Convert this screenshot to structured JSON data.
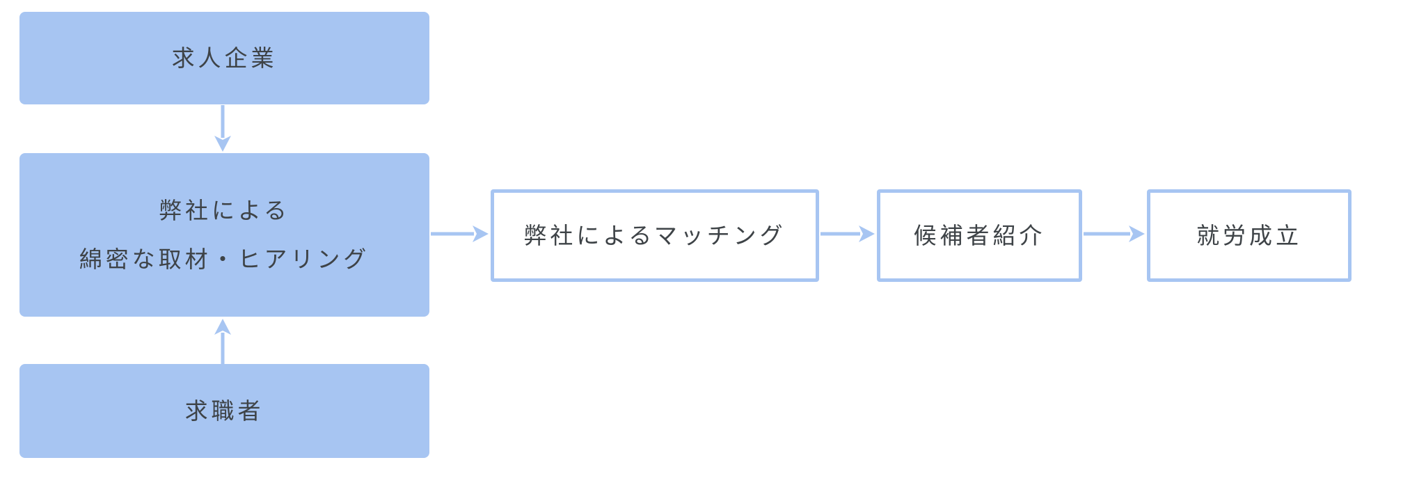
{
  "colors": {
    "accent": "#a7c5f2",
    "text": "#3e4347",
    "background": "#ffffff"
  },
  "diagram": {
    "type": "flowchart",
    "sources": {
      "company_label": "求人企業",
      "process_line1": "弊社による",
      "process_line2": "綿密な取材・ヒアリング",
      "jobseeker_label": "求職者"
    },
    "flow_steps": [
      {
        "label": "弊社によるマッチング"
      },
      {
        "label": "候補者紹介"
      },
      {
        "label": "就労成立"
      }
    ],
    "arrows": [
      {
        "name": "company-to-process",
        "direction": "down"
      },
      {
        "name": "jobseeker-to-process",
        "direction": "up"
      },
      {
        "name": "process-to-matching",
        "direction": "right"
      },
      {
        "name": "matching-to-candidate",
        "direction": "right"
      },
      {
        "name": "candidate-to-employ",
        "direction": "right"
      }
    ]
  }
}
